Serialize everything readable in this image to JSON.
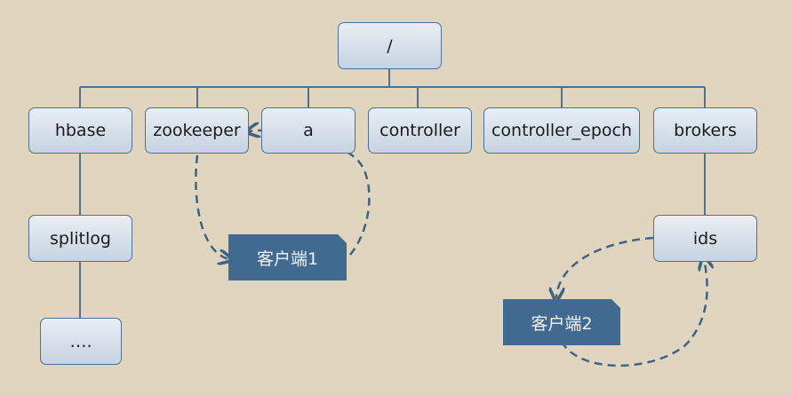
{
  "nodes": {
    "root": "/",
    "hbase": "hbase",
    "zookeeper": "zookeeper",
    "a": "a",
    "controller": "controller",
    "controller_epoch": "controller_epoch",
    "brokers": "brokers",
    "splitlog": "splitlog",
    "ellipsis": "….",
    "ids": "ids"
  },
  "clients": {
    "client1": "客户端1",
    "client2": "客户端2"
  },
  "colors": {
    "background": "#e0d6bf",
    "node_border": "#4f7091",
    "connector": "#4f7091",
    "client_fill": "#406a90",
    "dashed_arrow": "#3e6384"
  }
}
